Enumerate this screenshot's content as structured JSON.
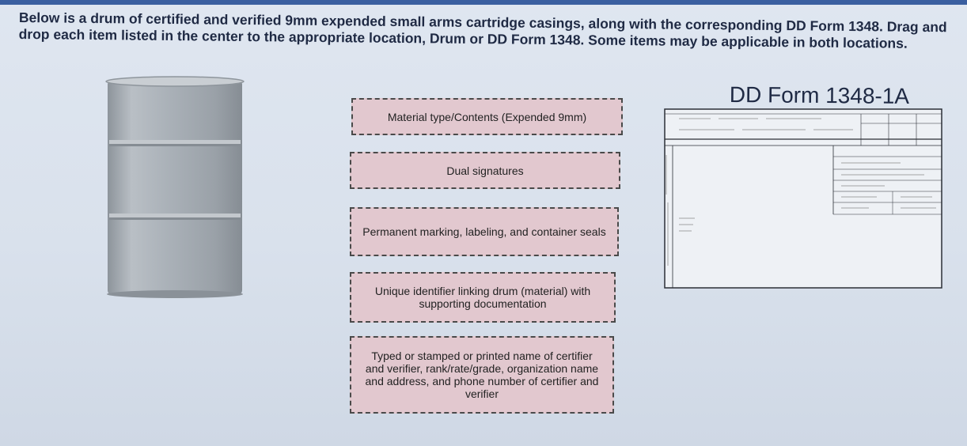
{
  "instructions": "Below is a drum of certified and verified 9mm expended small arms cartridge casings, along with the corresponding DD Form 1348. Drag and drop each item listed in the center to the appropriate location, Drum or DD Form 1348. Some items may be applicable in both locations.",
  "drag_items": [
    {
      "label": "Material type/Contents (Expended 9mm)"
    },
    {
      "label": "Dual signatures"
    },
    {
      "label": "Permanent marking, labeling, and container seals"
    },
    {
      "label": "Unique identifier linking drum (material) with supporting documentation"
    },
    {
      "label": "Typed or stamped or printed name of certifier and verifier, rank/rate/grade, organization name and address, and phone number of certifier and verifier"
    }
  ],
  "form": {
    "title": "DD Form 1348-1A"
  },
  "colors": {
    "item_bg": "#e2c8cf",
    "drum_body": "#a9b0b7",
    "accent_bar": "#3a5fa0"
  }
}
